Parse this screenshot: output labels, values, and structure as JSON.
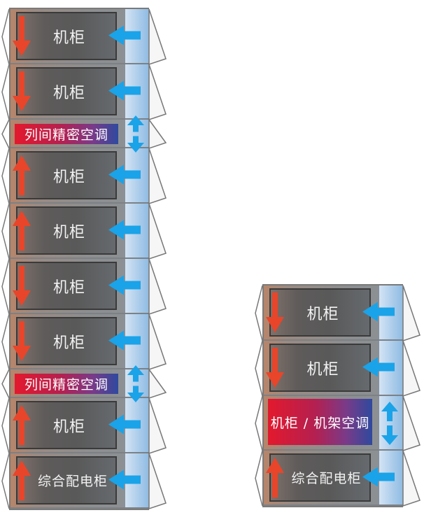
{
  "colors": {
    "hot_arrow": "#e8452a",
    "cold_arrow": "#1aa3e8"
  },
  "left_rack": {
    "rows": [
      {
        "type": "cabinet",
        "label": "机柜",
        "airflow": "down"
      },
      {
        "type": "cabinet",
        "label": "机柜",
        "airflow": "down"
      },
      {
        "type": "ac",
        "label": "列间精密空调"
      },
      {
        "type": "cabinet",
        "label": "机柜",
        "airflow": "up"
      },
      {
        "type": "cabinet",
        "label": "机柜",
        "airflow": "up"
      },
      {
        "type": "cabinet",
        "label": "机柜",
        "airflow": "down"
      },
      {
        "type": "cabinet",
        "label": "机柜",
        "airflow": "down"
      },
      {
        "type": "ac",
        "label": "列间精密空调"
      },
      {
        "type": "cabinet",
        "label": "机柜",
        "airflow": "up"
      },
      {
        "type": "cabinet",
        "label": "综合配电柜",
        "airflow": "up"
      }
    ]
  },
  "right_rack": {
    "rows": [
      {
        "type": "cabinet",
        "label": "机柜",
        "airflow": "down"
      },
      {
        "type": "cabinet",
        "label": "机柜",
        "airflow": "down"
      },
      {
        "type": "ac_tall",
        "label": "机柜 / 机架空调"
      },
      {
        "type": "cabinet",
        "label": "综合配电柜",
        "airflow": "up"
      }
    ]
  }
}
